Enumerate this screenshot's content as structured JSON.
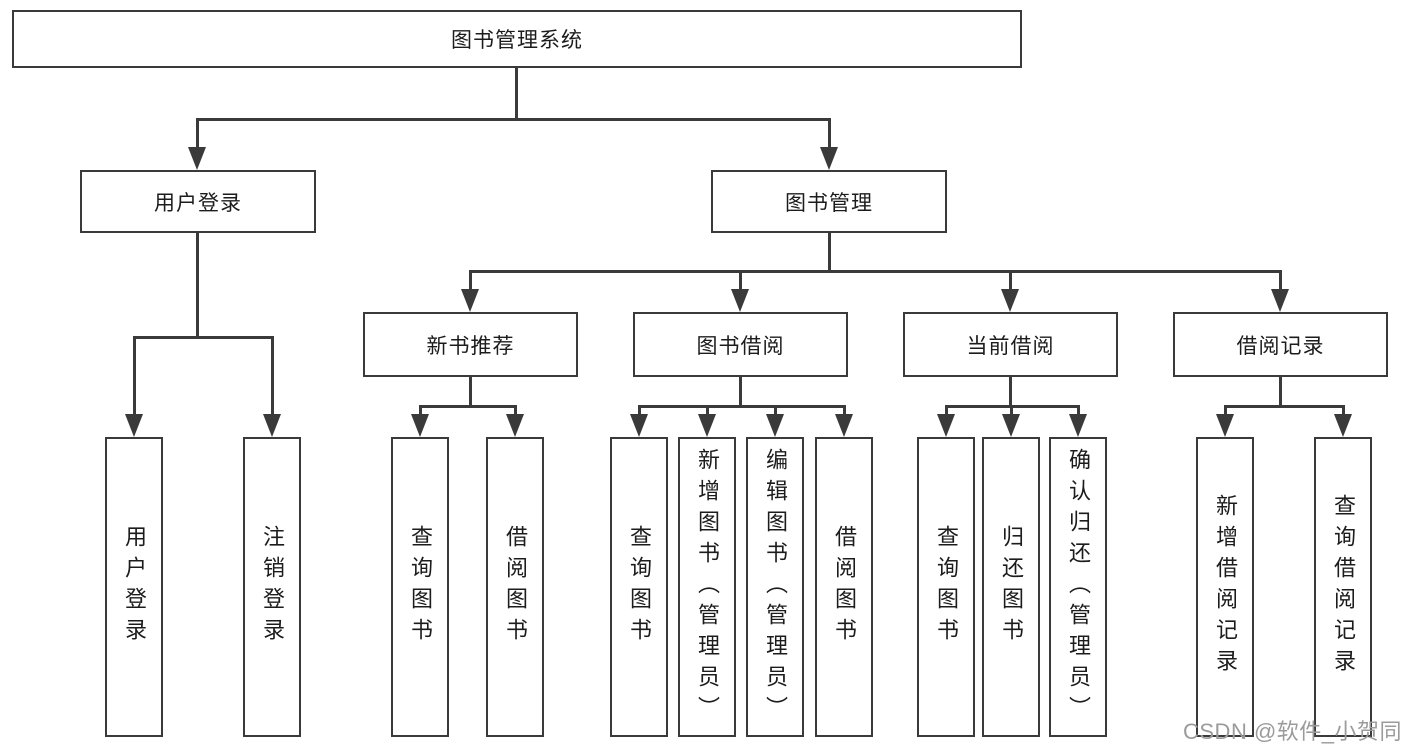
{
  "tree": {
    "root": {
      "label": "图书管理系统",
      "children": [
        {
          "label": "用户登录",
          "children": [
            {
              "label": "用户登录"
            },
            {
              "label": "注销登录"
            }
          ]
        },
        {
          "label": "图书管理",
          "children": [
            {
              "label": "新书推荐",
              "children": [
                {
                  "label": "查询图书"
                },
                {
                  "label": "借阅图书"
                }
              ]
            },
            {
              "label": "图书借阅",
              "children": [
                {
                  "label": "查询图书"
                },
                {
                  "label": "新增图书（管理员）"
                },
                {
                  "label": "编辑图书（管理员）"
                },
                {
                  "label": "借阅图书"
                }
              ]
            },
            {
              "label": "当前借阅",
              "children": [
                {
                  "label": "查询图书"
                },
                {
                  "label": "归还图书"
                },
                {
                  "label": "确认归还（管理员）"
                }
              ]
            },
            {
              "label": "借阅记录",
              "children": [
                {
                  "label": "新增借阅记录"
                },
                {
                  "label": "查询借阅记录"
                }
              ]
            }
          ]
        }
      ]
    }
  },
  "watermark": {
    "text": "CSDN @软件_小贺同学"
  },
  "colors": {
    "line": "#3a3a3a",
    "text": "#1c1c1c",
    "watermark": "#9b9b9b",
    "bg": "#ffffff"
  }
}
